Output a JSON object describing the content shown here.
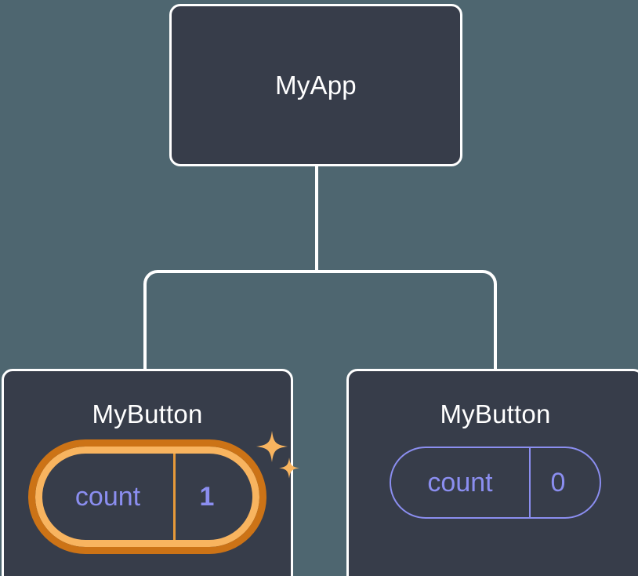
{
  "diagram": {
    "type": "component-tree",
    "background_color": "#4e6670",
    "node_fill_color": "#373d4a",
    "node_border_color": "#ffffff",
    "edge_color": "#ffffff",
    "state_color": "#8b8ef0",
    "highlight_inner_color": "#f8b45f",
    "highlight_outer_color": "#cc7316",
    "state_key_label": "count"
  },
  "root": {
    "title": "MyApp"
  },
  "children": [
    {
      "title": "MyButton",
      "state_key": "count",
      "state_value": "1",
      "highlighted": true,
      "sparkle_large": "sparkle-icon",
      "sparkle_small": "sparkle-icon"
    },
    {
      "title": "MyButton",
      "state_key": "count",
      "state_value": "0",
      "highlighted": false
    }
  ]
}
